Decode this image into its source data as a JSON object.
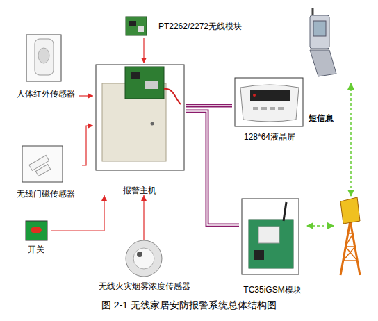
{
  "diagram": {
    "caption": "图 2-1 无线家居安防报警系统总体结构图",
    "nodes": [
      {
        "text": [
          "PT2262/2272无线模块"
        ]
      },
      {
        "text": [
          "人体红外传感器"
        ]
      },
      {
        "text": [
          "报警主机"
        ]
      },
      {
        "text": [
          "128*64液晶屏"
        ]
      },
      {
        "text": [
          "无线门磁传感器"
        ]
      },
      {
        "text": [
          "开关"
        ]
      },
      {
        "text": [
          "TC35iGSM模块"
        ]
      },
      {
        "text": [
          "无线火灾烟雾浓度传感器"
        ]
      }
    ],
    "edges": [
      {
        "from": 1,
        "to": 2,
        "arrow": "to"
      },
      {
        "from": 4,
        "to": 2,
        "arrow": "to"
      },
      {
        "from": 5,
        "to": 2,
        "arrow": "to"
      },
      {
        "from": 7,
        "to": 2,
        "arrow": "to"
      },
      {
        "from": 0,
        "to": 2,
        "arrow": "to"
      },
      {
        "from": 2,
        "to": 3,
        "arrow": "none"
      },
      {
        "from": 2,
        "to": 6,
        "arrow": "none"
      }
    ],
    "labels": [
      "短信息"
    ]
  }
}
